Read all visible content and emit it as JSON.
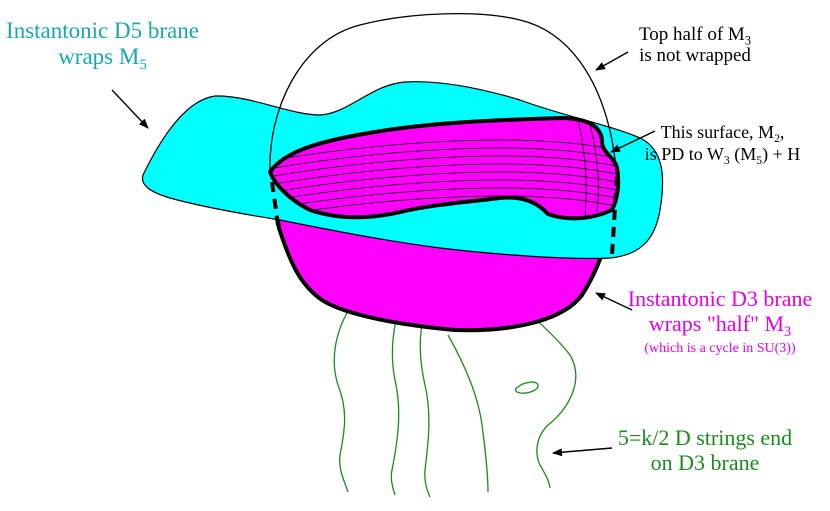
{
  "colors": {
    "d5_cyan": "#00ffff",
    "d5_label": "#14a9b0",
    "d3_magenta": "#ff00ff",
    "d3_label": "#e600e6",
    "string_green": "#1a8c1a",
    "outline": "#000000"
  },
  "labels": {
    "d5": {
      "line1": "Instantonic D5 brane",
      "line2_text": "wraps M",
      "line2_sub": "5"
    },
    "top_half": {
      "line1_text": "Top half of M",
      "line1_sub": "3",
      "line2": "is not wrapped"
    },
    "surface": {
      "line1_text": "This surface, M",
      "line1_sub": "2",
      "line1_end": ",",
      "line2_a": "is PD to W",
      "line2_sub1": "3",
      "line2_b": " (M",
      "line2_sub2": "5",
      "line2_c": ") + H"
    },
    "d3": {
      "line1": "Instantonic D3 brane",
      "line2_text": "wraps \"half\" M",
      "line2_sub": "3",
      "line3": "(which is a cycle in SU(3))"
    },
    "strings": {
      "line1": "5=k/2 D strings end",
      "line2": "on D3 brane"
    }
  }
}
